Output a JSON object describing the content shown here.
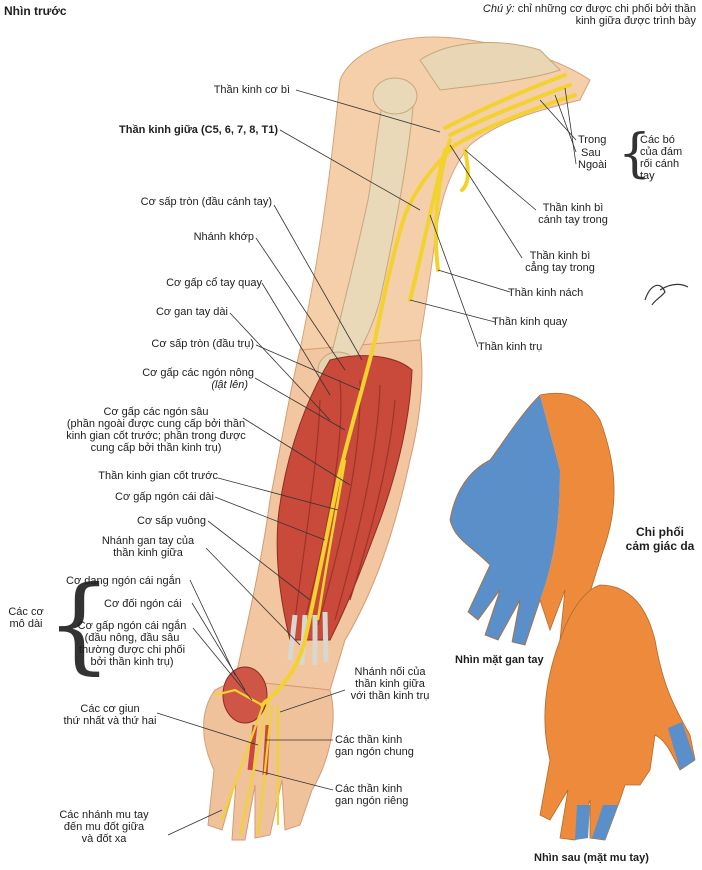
{
  "view_title": "Nhìn trước",
  "note": {
    "prefix": "Chú ý: ",
    "text": "chỉ những cơ được chi phối bởi thần kinh giữa được trình bày"
  },
  "labels": {
    "musculocutaneous": "Thần kinh cơ bì",
    "median_nerve": "Thần kinh giữa (C5, 6, 7,  8, T1)",
    "pronator_teres_humeral": "Cơ sấp tròn (đầu cánh tay)",
    "articular_branch": "Nhánh khớp",
    "fcr": "Cơ gấp cổ tay quay",
    "palmaris_longus": "Cơ gan tay dài",
    "pronator_teres_ulnar": "Cơ sấp tròn (đầu trụ)",
    "fds": "Cơ gấp các ngón nông",
    "fds_note": "(lật lên)",
    "fdp": "Cơ gấp các ngón sâu\n(phần ngoài được cung cấp bởi thần\nkinh gian cốt trước; phần trong được\ncung cấp bởi thần kinh trụ)",
    "anterior_interosseous": "Thần kinh gian cốt trước",
    "fpl": "Cơ gấp ngón cái dài",
    "pronator_quadratus": "Cơ sấp vuông",
    "palmar_branch": "Nhánh gan tay của\nthần kinh giữa",
    "apb": "Cơ dạng ngón cái ngắn",
    "opponens": "Cơ đối ngón cái",
    "fpb": "Cơ gấp ngón cái ngắn\n(đầu nông, đầu sâu\nthường được chi phối\nbởi thần kinh trụ)",
    "thenar_group": "Các cơ\nmô dài",
    "lumbricals": "Các cơ giun\nthứ nhất và thứ hai",
    "dorsal_branches": "Các nhánh mu tay\nđến mu đốt giữa\nvà đốt xa",
    "medial": "Trong",
    "posterior": "Sau",
    "lateral": "Ngoài",
    "plexus_cords": "Các bó\ncủa đám\nrối cánh\ntay",
    "medial_brachial_cutaneous": "Thần kinh bì\ncánh tay trong",
    "medial_antebrachial_cutaneous": "Thần kinh bì\ncẳng tay trong",
    "axillary": "Thần kinh nách",
    "radial": "Thần kinh quay",
    "ulnar": "Thần kinh trụ",
    "communicating_branch": "Nhánh nối của\nthần kinh giữa\nvới thần kinh trụ",
    "common_digital": "Các thần kinh\ngan ngón chung",
    "proper_digital": "Các thần kinh\ngan ngón riêng",
    "cutaneous_innervation": "Chi phối\ncảm giác da",
    "palmar_view": "Nhìn mặt gan tay",
    "dorsal_view": "Nhìn sau (mặt mu tay)"
  },
  "colors": {
    "median_territory": "#5b8fc9",
    "other_territory": "#ee8a3c",
    "nerve": "#f3d530",
    "muscle": "#c9473a",
    "skin": "#f4c9a4",
    "bone": "#e8d6b5"
  }
}
